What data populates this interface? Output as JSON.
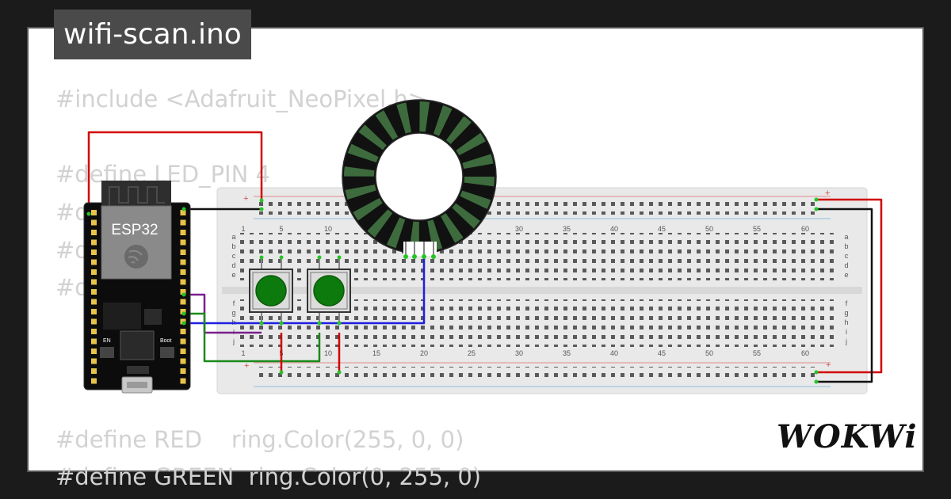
{
  "project": {
    "filename": "wifi-scan.ino"
  },
  "code_lines": [
    "#include <Adafruit_NeoPixel.h>",
    "#define LED_PIN 4",
    "#d",
    "#d",
    "#d",
    "#define RED    ring.Color(255, 0, 0)",
    "#define GREEN  ring.Color(0, 255, 0)"
  ],
  "esp32": {
    "label": "ESP32",
    "button_left": "EN",
    "button_right": "Boot"
  },
  "breadboard": {
    "plus_sign": "+",
    "minus_sign": "-",
    "column_numbers": [
      "1",
      "5",
      "10",
      "15",
      "20",
      "25",
      "30",
      "35",
      "40",
      "45",
      "50",
      "55",
      "60"
    ],
    "rows_top": [
      "a",
      "b",
      "c",
      "d",
      "e"
    ],
    "rows_bottom": [
      "f",
      "g",
      "h",
      "i",
      "j"
    ]
  },
  "wire_colors": {
    "power": "#d10000",
    "ground": "#111111",
    "data_blue": "#1f1fe0",
    "signal_purple": "#7a1f8f",
    "signal_green": "#1a8a1a"
  },
  "icons": [
    "neopixel-ring-icon",
    "pushbutton-icon",
    "esp32-board-icon",
    "usb-port-icon"
  ],
  "brand": {
    "logo": "WOKWi"
  }
}
